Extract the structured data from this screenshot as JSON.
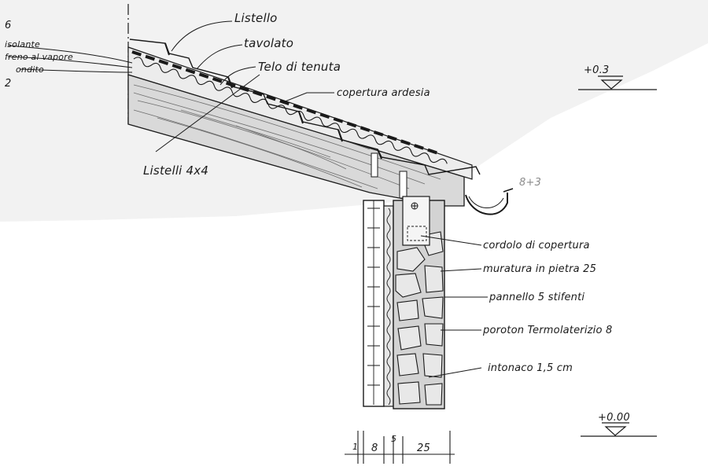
{
  "labels": {
    "listello": "Listello",
    "tavolato": "tavolato",
    "telo_di_tenuta": "Telo di tenuta",
    "copertura": "copertura ardesia",
    "listelli": "Listelli 4x4",
    "cordolo": "cordolo di copertura",
    "muratura": "muratura in pietra 25",
    "pannello": "pannello 5 stifenti",
    "poroton": "poroton Termolaterizio 8",
    "intonaco": "intonaco 1,5 cm",
    "gronda_dim": "8+3"
  },
  "layer_stack": {
    "num_top": "6",
    "isolante": "isolante",
    "freno_vapore": "freno al vapore",
    "ondito": "ondito",
    "num_bottom": "2"
  },
  "elevations": {
    "top": "+0.3",
    "bottom": "+0.00"
  },
  "dimensions": {
    "d1": "1",
    "d2": "8",
    "d3": "5",
    "d4": "25"
  },
  "colors": {
    "ink": "#1a1a1a",
    "pencil_shade": "#bdbdbd",
    "stone_shade": "#d3d3d3"
  }
}
